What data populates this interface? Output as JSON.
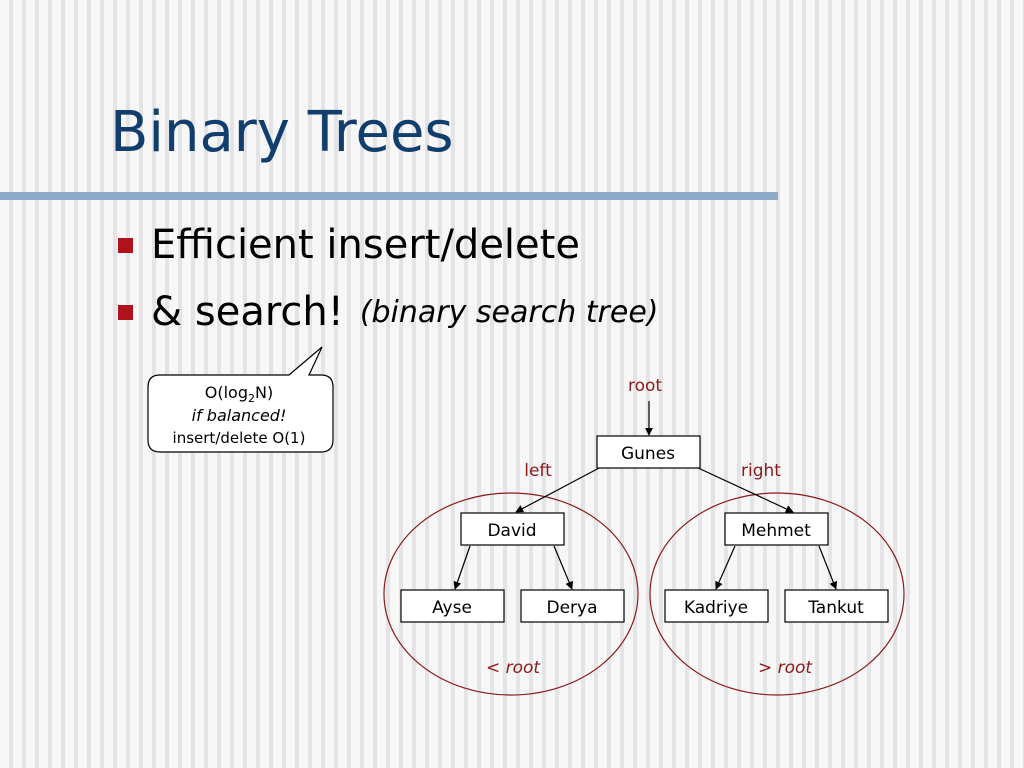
{
  "title": "Binary Trees",
  "bullets": [
    {
      "text": "Efficient insert/delete"
    },
    {
      "text": "& search!",
      "note": "(binary search tree)"
    }
  ],
  "callout": {
    "line1_prefix": "O(log",
    "line1_subscript": "2",
    "line1_suffix": "N)",
    "line2": "if balanced!",
    "line3": "insert/delete O(1)"
  },
  "tree": {
    "root_pointer_label": "root",
    "left_label": "left",
    "right_label": "right",
    "left_subtree_label_op": "<",
    "left_subtree_label_word": "root",
    "right_subtree_label_op": ">",
    "right_subtree_label_word": "root",
    "nodes": {
      "root": "Gunes",
      "left": "David",
      "right": "Mehmet",
      "left_left": "Ayse",
      "left_right": "Derya",
      "right_left": "Kadriye",
      "right_right": "Tankut"
    }
  },
  "colors": {
    "title": "#123e6e",
    "accent": "#b0121c",
    "annotation": "#8b1a1a",
    "rule": "#8ea9c8"
  }
}
